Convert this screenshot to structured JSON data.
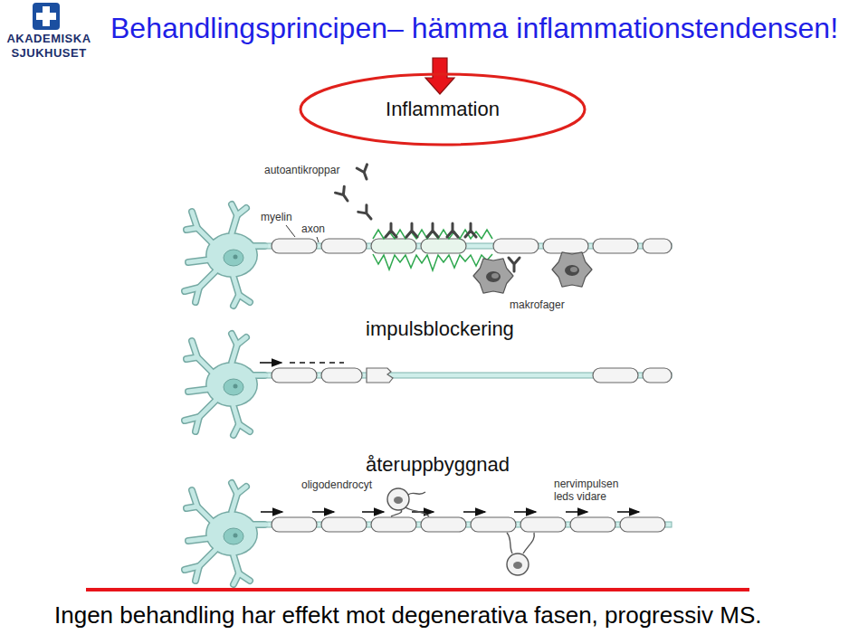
{
  "diagram": {
    "title": "Behandlingsprincipen– hämma inflammationstendensen!",
    "caption": "Ingen behandling har effekt mot degenerativa fasen, progressiv MS.",
    "nodes": [
      {
        "text": [
          "Inflammation"
        ]
      }
    ],
    "labels": [
      "AKADEMISKA SJUKHUSET",
      "autoantikroppar",
      "myelin",
      "axon",
      "makrofager",
      "impulsblockering",
      "återuppbyggnad",
      "oligodendrocyt",
      "nervimpulsen leds vidare"
    ]
  }
}
